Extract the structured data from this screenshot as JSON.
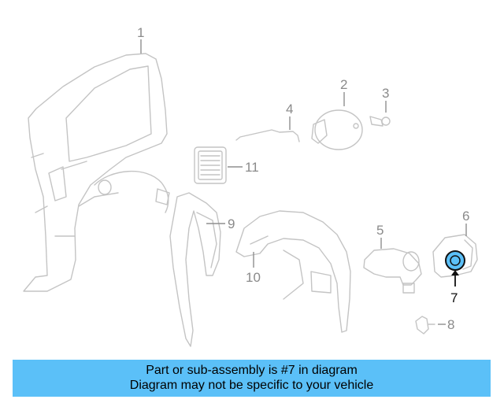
{
  "diagram": {
    "callouts": [
      {
        "id": "1",
        "label": "1",
        "active": false
      },
      {
        "id": "2",
        "label": "2",
        "active": false
      },
      {
        "id": "3",
        "label": "3",
        "active": false
      },
      {
        "id": "4",
        "label": "4",
        "active": false
      },
      {
        "id": "5",
        "label": "5",
        "active": false
      },
      {
        "id": "6",
        "label": "6",
        "active": false
      },
      {
        "id": "7",
        "label": "7",
        "active": true
      },
      {
        "id": "8",
        "label": "8",
        "active": false
      },
      {
        "id": "9",
        "label": "9",
        "active": false
      },
      {
        "id": "10",
        "label": "10",
        "active": false
      },
      {
        "id": "11",
        "label": "11",
        "active": false
      }
    ],
    "highlight_color": "#5bc0f8"
  },
  "banner": {
    "line1": "Part or sub-assembly is #7 in diagram",
    "line2": "Diagram may not be specific to your vehicle",
    "background": "#5bc0f8"
  }
}
